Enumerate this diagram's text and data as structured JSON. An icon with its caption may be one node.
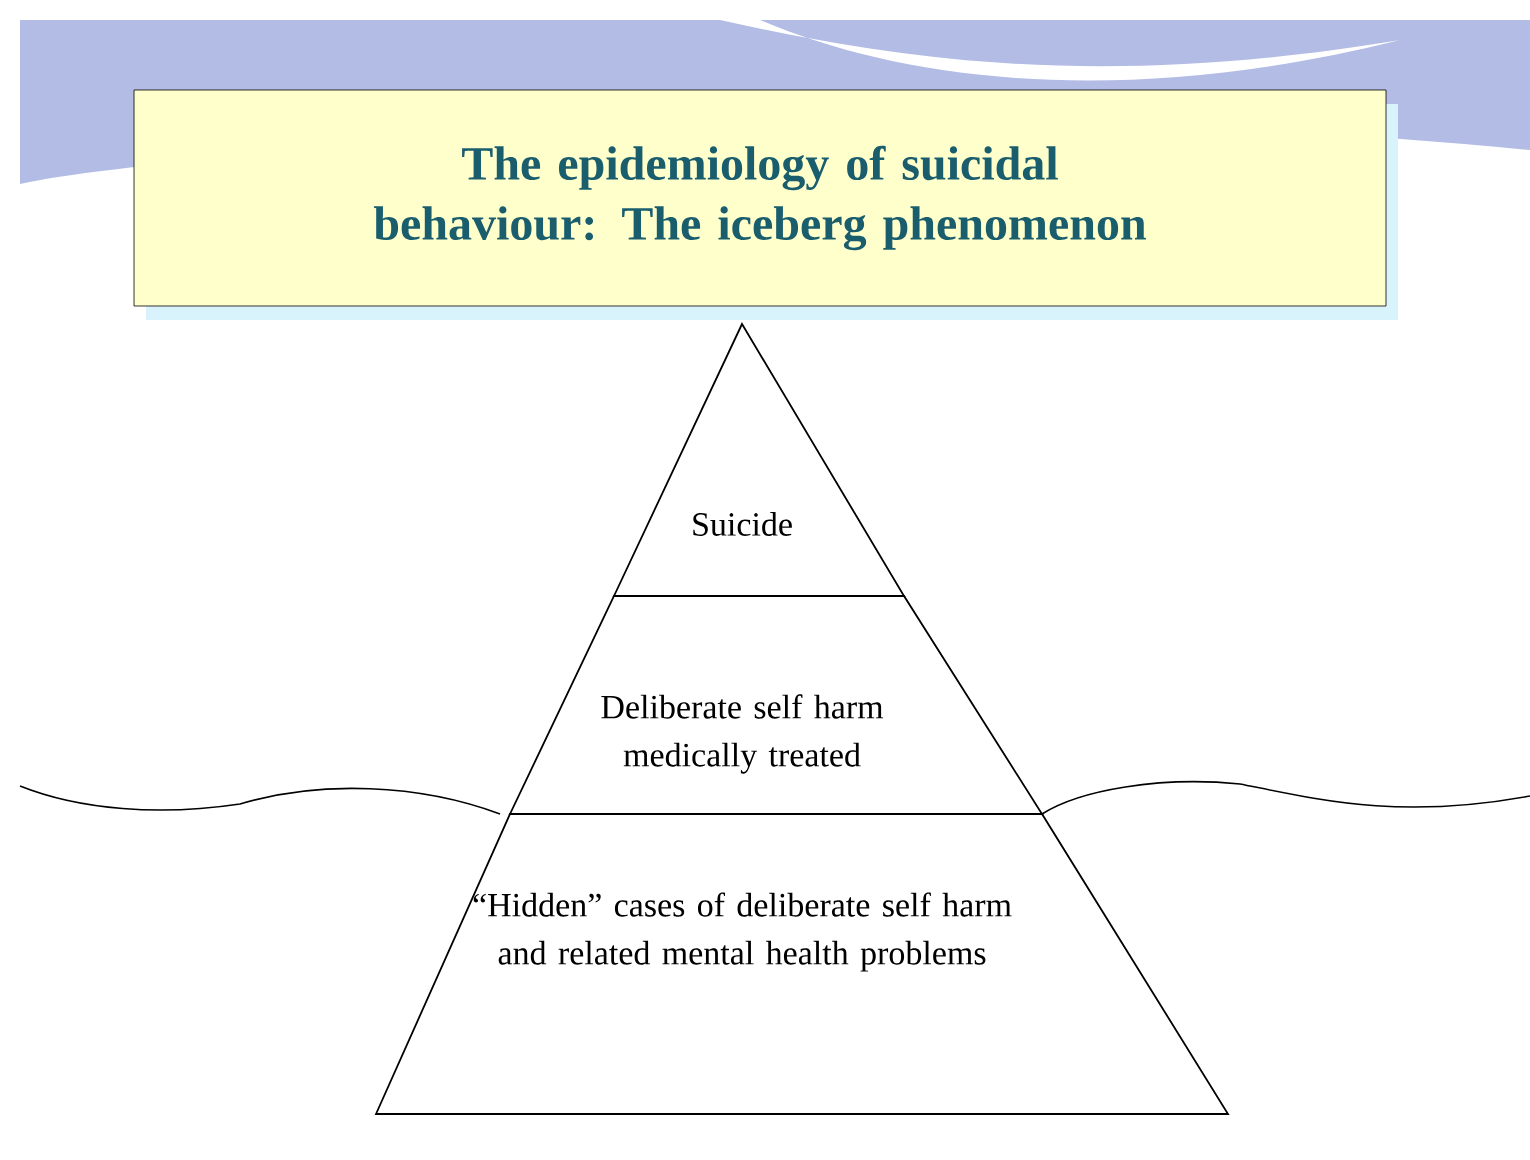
{
  "diagram": {
    "title": "The epidemiology of suicidal behaviour: The iceberg phenomenon",
    "nodes": [
      {
        "text": [
          "Suicide"
        ]
      },
      {
        "text": [
          "Deliberate self harm medically treated"
        ]
      },
      {
        "text": [
          "“Hidden” cases of deliberate self harm and related mental health problems"
        ]
      }
    ]
  }
}
